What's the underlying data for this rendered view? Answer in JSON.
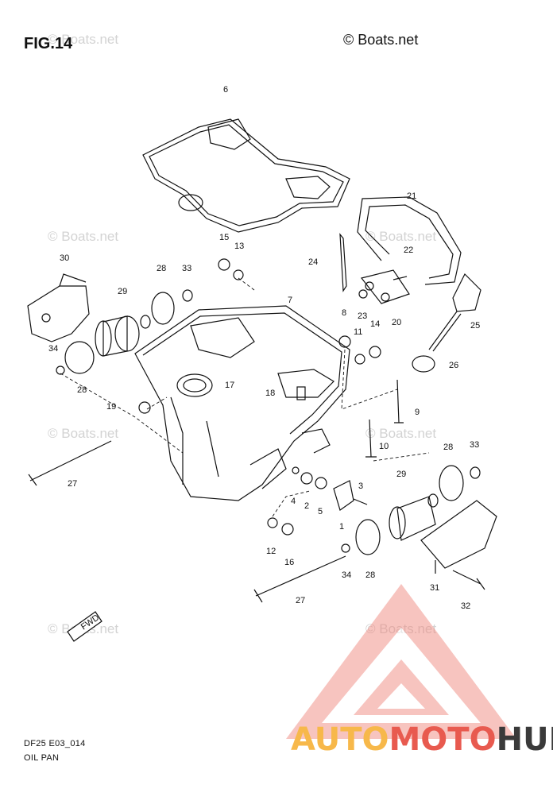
{
  "header": {
    "figure": "FIG.14",
    "copyright": "© Boats.net"
  },
  "watermark": {
    "text": "© Boats.net"
  },
  "footer": {
    "code": "DF25 E03_014",
    "title": "OIL PAN"
  },
  "brand": {
    "part1": "AUTO",
    "part2": "MOTO",
    "part3": "HUB",
    "colors": {
      "auto": "#f7b84a",
      "moto": "#e85a4f",
      "hub": "#3a3a3a"
    }
  },
  "fwd_arrow": "FWD",
  "callouts": [
    "1",
    "2",
    "3",
    "4",
    "5",
    "6",
    "7",
    "8",
    "9",
    "10",
    "11",
    "12",
    "13",
    "14",
    "15",
    "16",
    "17",
    "18",
    "19",
    "20",
    "21",
    "22",
    "23",
    "24",
    "25",
    "26",
    "27",
    "27",
    "28",
    "28",
    "28",
    "29",
    "29",
    "30",
    "31",
    "32",
    "33",
    "33",
    "34",
    "34"
  ]
}
